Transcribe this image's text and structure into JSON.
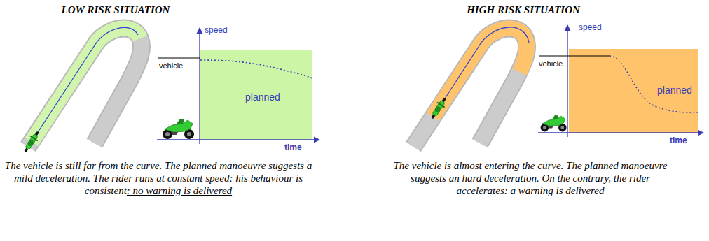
{
  "diagram": {
    "nodes": [
      {
        "text": [
          "planned"
        ]
      },
      {
        "text": [
          "planned"
        ]
      }
    ],
    "labels": [
      "LOW RISK SITUATION",
      "speed",
      "vehicle",
      "time",
      "The vehicle is still far from the curve. The planned manoeuvre suggests a mild deceleration. The rider runs at constant speed: his behaviour is consistent",
      ": no warning is delivered",
      "HIGH RISK SITUATION",
      "speed",
      "vehicle",
      "time",
      "The vehicle is almost entering the curve. The planned manoeuvre suggests an hard deceleration. On the contrary, the rider accelerates: a warning is delivered"
    ]
  }
}
